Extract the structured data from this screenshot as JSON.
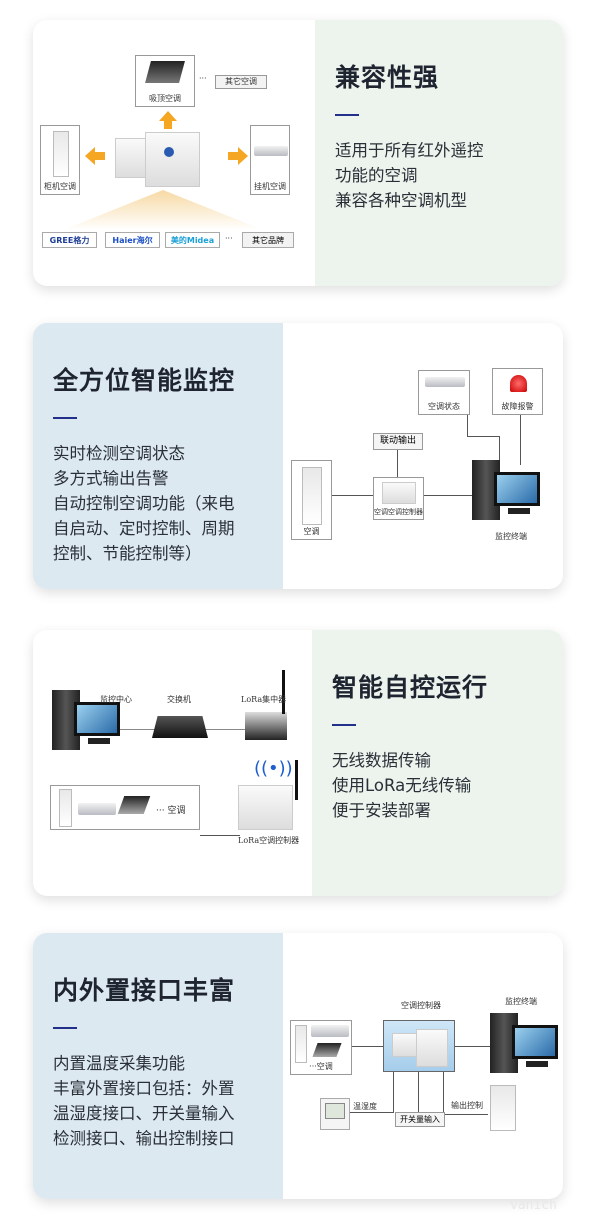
{
  "sections": [
    {
      "title": "兼容性强",
      "lines": [
        "适用于所有红外遥控",
        "功能的空调",
        "兼容各种空调机型"
      ],
      "diagram": {
        "ceiling": "吸顶空调",
        "other_ac": "其它空调",
        "cabinet": "柜机空调",
        "wall": "挂机空调",
        "ellipsis": "···",
        "brands": [
          "GREE格力",
          "Haier海尔",
          "美的Midea"
        ],
        "other_brand": "其它品牌"
      }
    },
    {
      "title": "全方位智能监控",
      "lines": [
        "实时检测空调状态",
        "多方式输出告警",
        "自动控制空调功能（来电",
        "自启动、定时控制、周期",
        "控制、节能控制等）"
      ],
      "diagram": {
        "status": "空调状态",
        "alarm": "故障报警",
        "linkage": "联动输出",
        "ac": "空调",
        "controller": "空调空调控制器",
        "terminal": "监控终端"
      }
    },
    {
      "title": "智能自控运行",
      "lines": [
        "无线数据传输",
        "使用LoRa无线传输",
        "便于安装部署"
      ],
      "diagram": {
        "center": "监控中心",
        "switch": "交换机",
        "concentrator": "LoRa集中器",
        "ac": "··· 空调",
        "controller": "LoRa空调控制器"
      }
    },
    {
      "title": "内外置接口丰富",
      "lines": [
        "内置温度采集功能",
        "丰富外置接口包括：外置",
        "温湿度接口、开关量输入",
        "检测接口、输出控制接口"
      ],
      "diagram": {
        "ac": "···空调",
        "controller": "空调控制器",
        "terminal": "监控终端",
        "temp": "温湿度",
        "switch_input": "开关量输入",
        "output": "输出控制"
      }
    }
  ],
  "watermark": "vanich",
  "colors": {
    "green_panel": "#ecf4ed",
    "blue_panel": "#dde9f0",
    "accent": "#23308a",
    "arrow": "#f5a623"
  }
}
